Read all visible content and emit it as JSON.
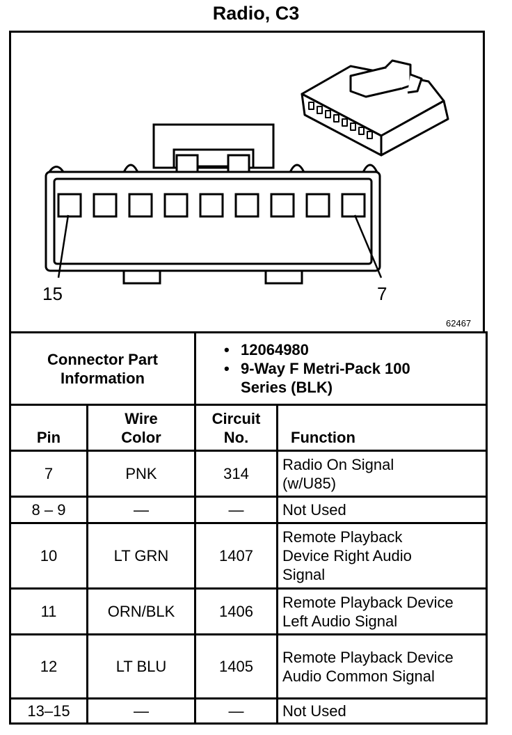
{
  "title": "Radio, C3",
  "diagram": {
    "pin_left_label": "15",
    "pin_right_label": "7",
    "figure_number": "62467"
  },
  "connector_info": {
    "label": "Connector Part Information",
    "items": [
      "12064980",
      "9-Way F Metri-Pack 100 Series (BLK)"
    ]
  },
  "table": {
    "headers": {
      "pin": "Pin",
      "wire_color": "Wire Color",
      "circuit": "Circuit No.",
      "function": "Function"
    },
    "rows": [
      {
        "pin": "7",
        "wire": "PNK",
        "circuit": "314",
        "function": "Radio On Signal (w/U85)"
      },
      {
        "pin": "8 – 9",
        "wire": "—",
        "circuit": "—",
        "function": "Not Used"
      },
      {
        "pin": "10",
        "wire": "LT GRN",
        "circuit": "1407",
        "function": "Remote Playback Device Right Audio Signal"
      },
      {
        "pin": "11",
        "wire": "ORN/BLK",
        "circuit": "1406",
        "function": "Remote Playback Device Left Audio Signal"
      },
      {
        "pin": "12",
        "wire": "LT BLU",
        "circuit": "1405",
        "function": "Remote Playback Device Audio Common Signal"
      },
      {
        "pin": "13–15",
        "wire": "—",
        "circuit": "—",
        "function": "Not Used"
      }
    ]
  }
}
